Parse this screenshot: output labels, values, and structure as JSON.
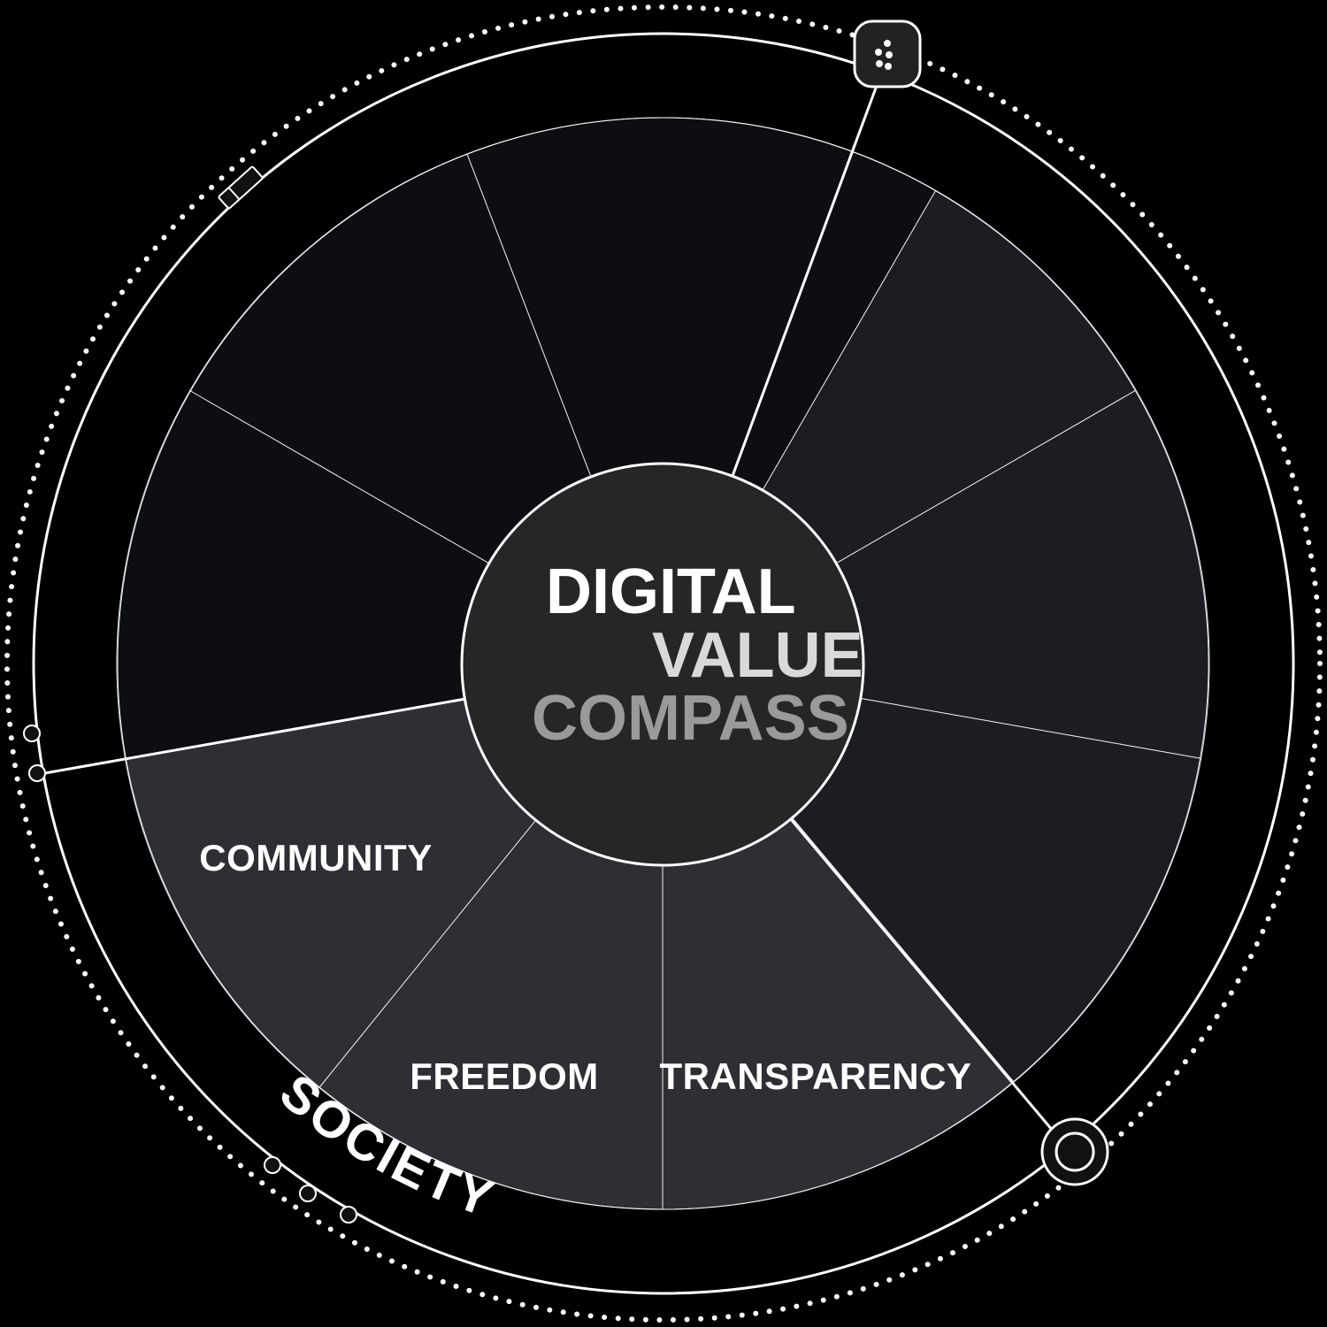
{
  "center_title": {
    "line1": "DIGITAL",
    "line2": "VALUE",
    "line3": "COMPASS"
  },
  "ring_label": "SOCIETY",
  "segments": [
    {
      "label": "",
      "fill": "#0d0e12"
    },
    {
      "label": "",
      "fill": "#1c1d22"
    },
    {
      "label": "",
      "fill": "#1c1d22"
    },
    {
      "label": "",
      "fill": "#1c1d22"
    },
    {
      "label": "TRANSPARENCY",
      "fill": "#2e2f34"
    },
    {
      "label": "FREEDOM",
      "fill": "#2e2f34"
    },
    {
      "label": "COMMUNITY",
      "fill": "#2e2f34"
    },
    {
      "label": "",
      "fill": "#0d0e12"
    },
    {
      "label": "",
      "fill": "#0d0e12"
    }
  ],
  "colors": {
    "background": "#000000",
    "line": "#ffffff",
    "hub": "#262626",
    "title_line1": "#ffffff",
    "title_line2": "#d9d9d9",
    "title_line3": "#9a9a9a"
  }
}
